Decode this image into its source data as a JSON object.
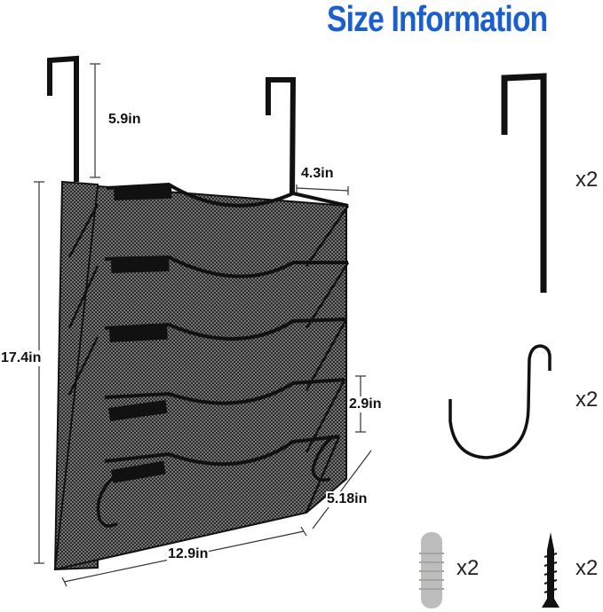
{
  "title": "Size Information",
  "colors": {
    "title": "#1a5fd0",
    "metal": "#111111",
    "anchor": "#bdbdbb"
  },
  "dimensions": {
    "hook_height": "5.9in",
    "hook_depth": "4.3in",
    "total_height": "17.4in",
    "tier_spacing": "2.9in",
    "depth": "5.18in",
    "width": "12.9in"
  },
  "accessories": [
    {
      "name": "over-door hook",
      "qty": "x2"
    },
    {
      "name": "S hook",
      "qty": "x2"
    },
    {
      "name": "wall anchor",
      "qty": "x2"
    },
    {
      "name": "screw",
      "qty": "x2"
    }
  ]
}
